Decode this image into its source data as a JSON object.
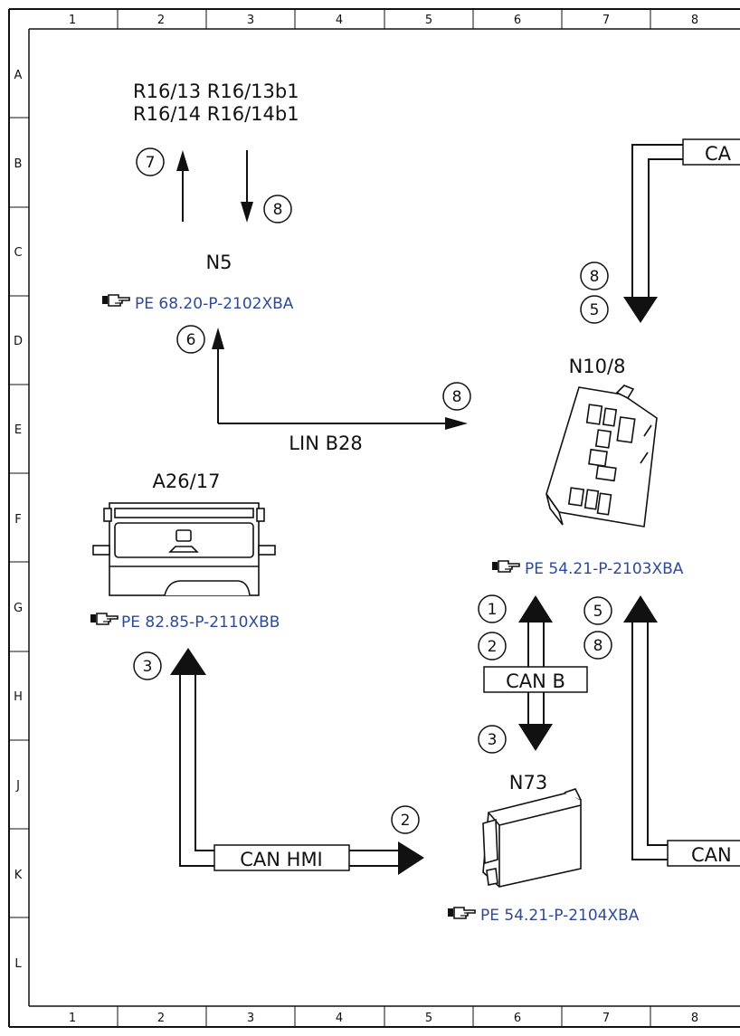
{
  "frame": {
    "columns": [
      "1",
      "2",
      "3",
      "4",
      "5",
      "6",
      "7",
      "8"
    ],
    "rows": [
      "A",
      "B",
      "C",
      "D",
      "E",
      "F",
      "G",
      "H",
      "J",
      "K",
      "L"
    ]
  },
  "components": {
    "r16_line1": "R16/13 R16/13b1",
    "r16_line2": "R16/14 R16/14b1",
    "n5": "N5",
    "n10_8": "N10/8",
    "a26_17": "A26/17",
    "n73": "N73"
  },
  "references": {
    "n5_ref": "PE 68.20-P-2102XBA",
    "n10_8_ref": "PE 54.21-P-2103XBA",
    "a26_17_ref": "PE 82.85-P-2110XBB",
    "n73_ref": "PE 54.21-P-2104XBA"
  },
  "buses": {
    "lin_b28": "LIN B28",
    "can_b": "CAN B",
    "can_hmi": "CAN HMI",
    "can_top_partial": "CA",
    "can_bottom_partial": "CAN"
  },
  "steps": {
    "s7_top": "7",
    "s8_top": "8",
    "s6": "6",
    "s8_lin": "8",
    "s8_right": "8",
    "s5_right": "5",
    "s1": "1",
    "s2_canb": "2",
    "s3_canb": "3",
    "s5_low": "5",
    "s8_low": "8",
    "s3_hmi": "3",
    "s2_hmi": "2"
  },
  "colors": {
    "reference_link": "#2d4a9a",
    "line": "#111111"
  },
  "icons": {
    "reference": "pointing-hand-icon"
  }
}
